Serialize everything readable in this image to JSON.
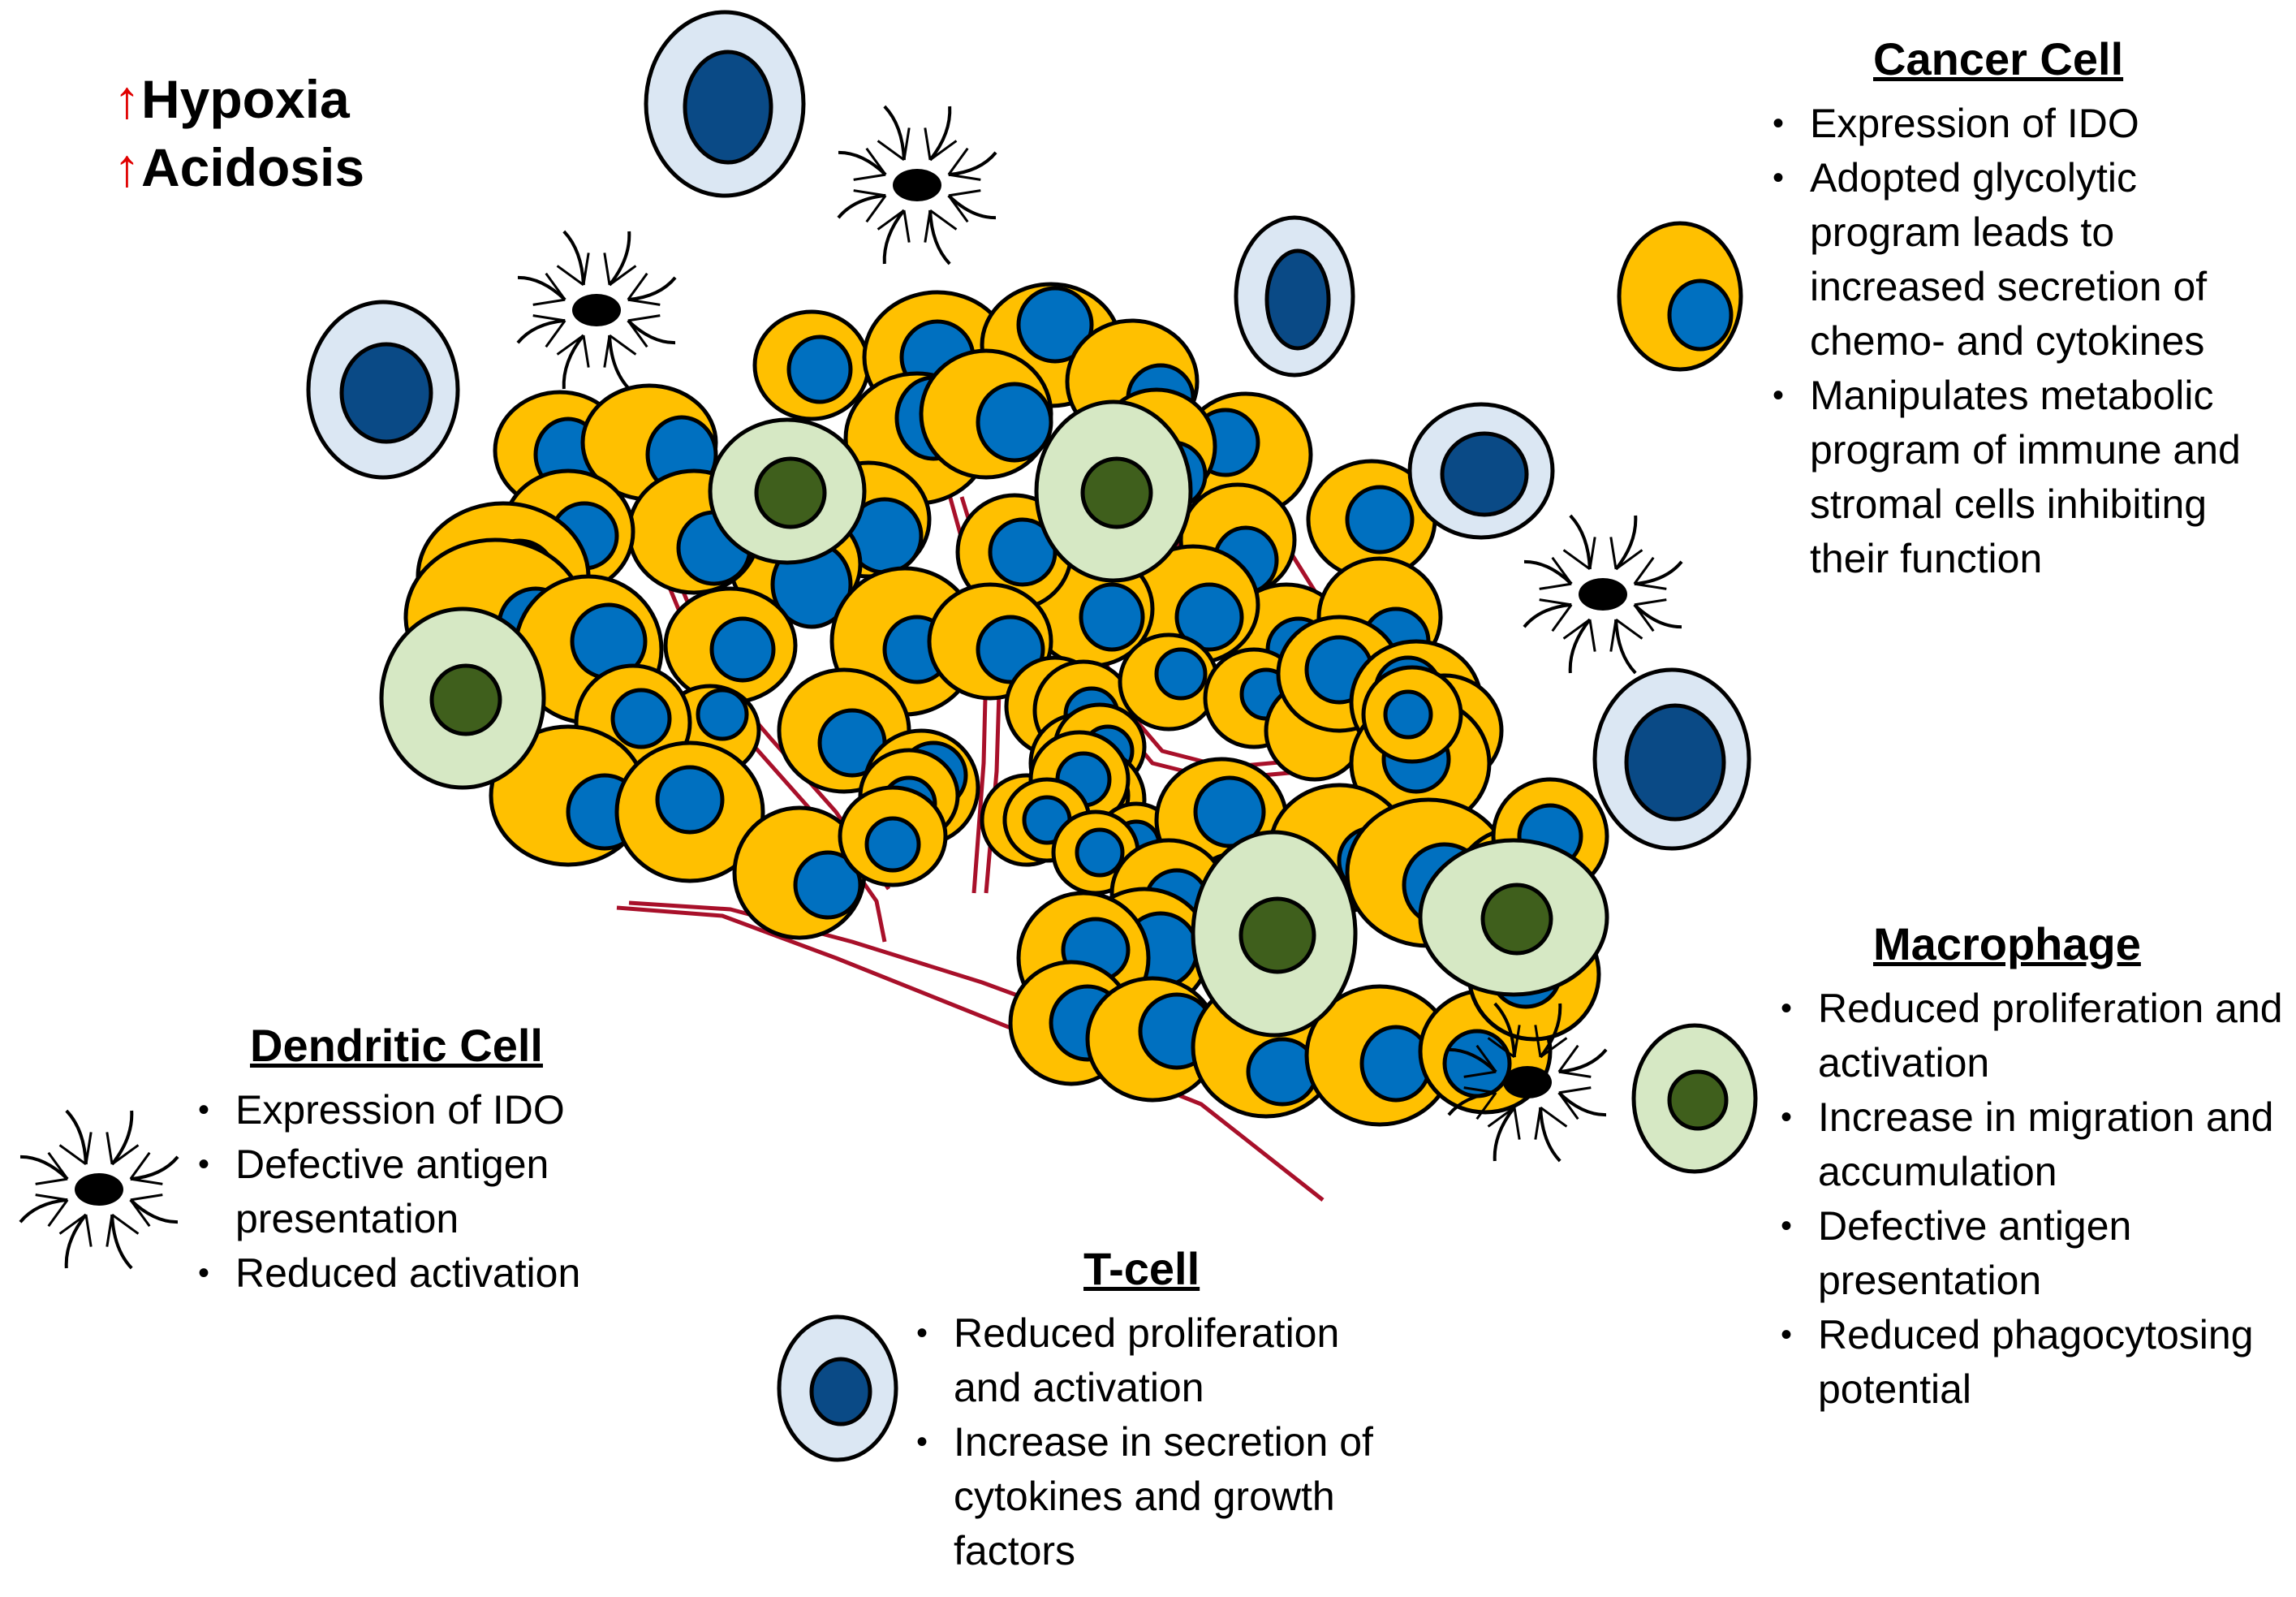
{
  "conditions": [
    {
      "arrow": "↑",
      "text": "Hypoxia"
    },
    {
      "arrow": "↑",
      "text": "Acidosis"
    }
  ],
  "panels": {
    "cancer": {
      "title": "Cancer Cell",
      "items": [
        "Expression of IDO",
        "Adopted glycolytic program leads to increased secretion of chemo- and cytokines",
        "Manipulates metabolic program of immune and stromal cells inhibiting their function"
      ]
    },
    "macrophage": {
      "title": "Macrophage",
      "items": [
        "Reduced proliferation and activation",
        "Increase in migration and accumulation",
        "Defective antigen presentation",
        "Reduced phagocytosing potential"
      ]
    },
    "dendritic": {
      "title": "Dendritic Cell",
      "items": [
        "Expression of IDO",
        "Defective antigen presentation",
        "Reduced activation"
      ]
    },
    "tcell": {
      "title": "T-cell",
      "items": [
        "Reduced proliferation and activation",
        "Increase in secretion of cytokines and growth factors"
      ]
    }
  },
  "colors": {
    "cancer_cytoplasm": "#ffc000",
    "cancer_nucleus": "#0070c0",
    "macrophage_cytoplasm": "#d6e8c4",
    "macrophage_nucleus": "#3f5f1c",
    "tcell_cytoplasm": "#dbe7f3",
    "tcell_nucleus": "#0a4a86",
    "vessel": "#a8102a",
    "arrow_red": "#e00000"
  },
  "icons": [
    "up-arrow-icon",
    "cancer-cell-icon",
    "macrophage-icon",
    "dendritic-cell-icon",
    "t-cell-icon",
    "blood-vessel-icon"
  ]
}
